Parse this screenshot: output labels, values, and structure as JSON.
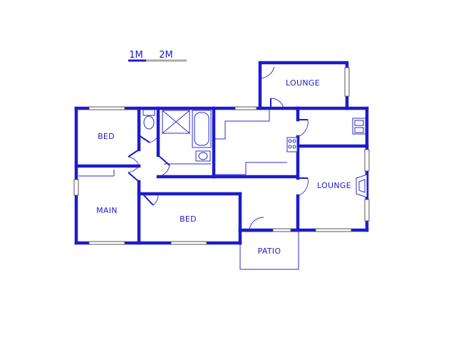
{
  "scale": {
    "label_1m": "1M",
    "label_2m": "2M",
    "color_primary": "#1c1ccc",
    "color_secondary": "#aaaaaa"
  },
  "rooms": {
    "lounge_top": "LOUNGE",
    "lounge_right": "LOUNGE",
    "bed_left": "BED",
    "bed_bottom": "BED",
    "main": "MAIN",
    "patio": "PATIO"
  },
  "colors": {
    "wall": "#1c1ccc",
    "line": "#2b2bd0"
  }
}
